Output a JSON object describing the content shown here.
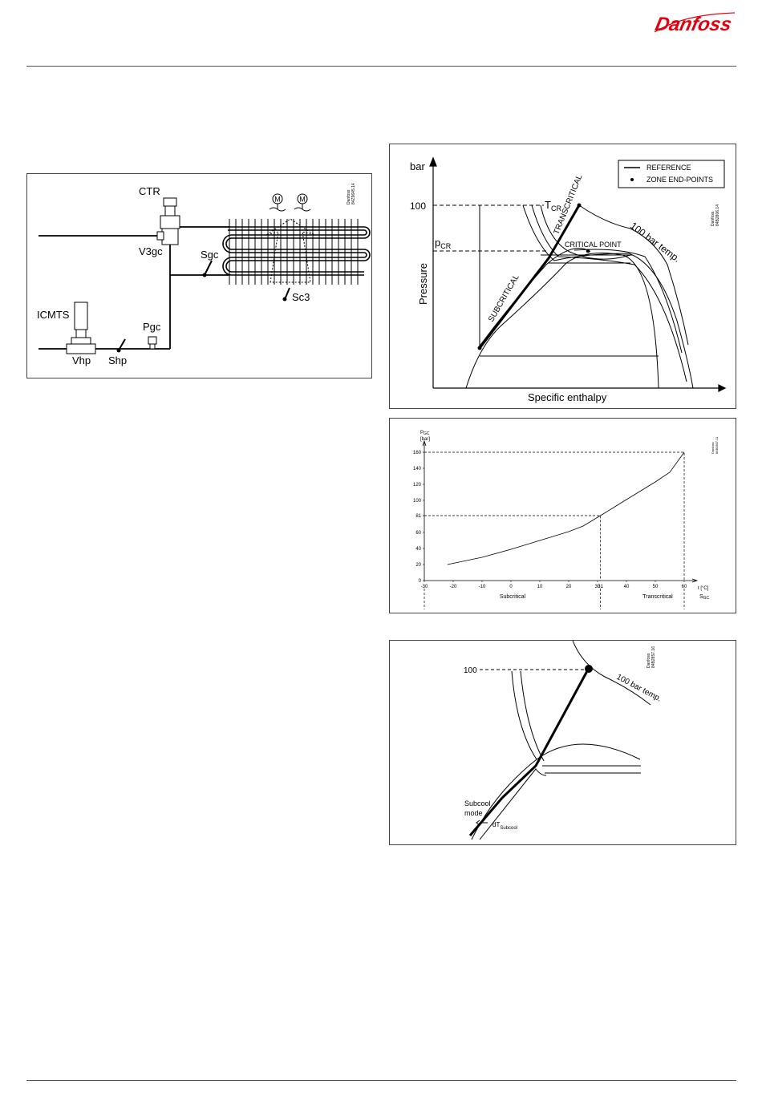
{
  "header": {
    "brand": "Danfoss"
  },
  "figure1": {
    "labels": {
      "ctr": "CTR",
      "v3gc": "V3gc",
      "sgc": "Sgc",
      "sc3": "Sc3",
      "icmts": "ICMTS",
      "pgc": "Pgc",
      "vhp": "Vhp",
      "shp": "Shp",
      "motor": "M"
    },
    "code": [
      "Danfoss",
      "84Z9645.14"
    ]
  },
  "figure2": {
    "y_unit": "bar",
    "tick_100": "100",
    "p_cr": "p",
    "p_cr_sub": "CR",
    "t_cr": "T",
    "t_cr_sub": "CR",
    "ylabel": "Pressure",
    "xlabel": "Specific enthalpy",
    "subcritical": "SUBCRITICAL",
    "transcritical": "TRANSCRITICAL",
    "critical_point": "CRITICAL POINT",
    "isotherm": "100 bar temp.",
    "legend": [
      "REFERENCE",
      "ZONE END-POINTS"
    ],
    "code": [
      "Danfoss",
      "84B2806.14"
    ]
  },
  "figure3": {
    "code": [
      "Danfoss",
      "84B2807.11"
    ],
    "chart_data": {
      "type": "line",
      "ylabel": "P",
      "ylabel_sub": "GC",
      "ylabel_unit": "[bar]",
      "xlabel": "t [°C]",
      "xlabel2": "S",
      "xlabel2_sub": "GC",
      "xlim": [
        -30,
        60
      ],
      "ylim": [
        0,
        160
      ],
      "x_ticks": [
        "-30",
        "-20",
        "-10",
        "0",
        "10",
        "20",
        "30",
        "40",
        "50",
        "60"
      ],
      "x_tick_values": [
        -30,
        -20,
        -10,
        0,
        10,
        20,
        30,
        40,
        50,
        60
      ],
      "x_extra_tick": "31",
      "x_extra_value": 31,
      "y_ticks": [
        "0",
        "20",
        "40",
        "60",
        "81",
        "100",
        "120",
        "140",
        "160"
      ],
      "y_tick_values": [
        0,
        20,
        40,
        60,
        81,
        100,
        120,
        140,
        160
      ],
      "regions": [
        "Subcritical",
        "Transcritical"
      ],
      "series": [
        {
          "x": [
            -22,
            -10,
            0,
            10,
            20,
            25,
            31,
            40,
            50,
            55,
            60
          ],
          "y": [
            20,
            29,
            39,
            50,
            61,
            68,
            81,
            101,
            123,
            135,
            160
          ]
        }
      ],
      "guides": [
        {
          "x": 31,
          "y": 81
        },
        {
          "x": 60,
          "y": 160
        }
      ],
      "grid": false
    }
  },
  "figure4": {
    "tick_100": "100",
    "isotherm": "100 bar temp.",
    "mode": [
      "Subcool",
      "mode"
    ],
    "dt": "dT",
    "dt_sub": "Subcool",
    "code": [
      "Danfoss",
      "84B2857.16"
    ]
  }
}
